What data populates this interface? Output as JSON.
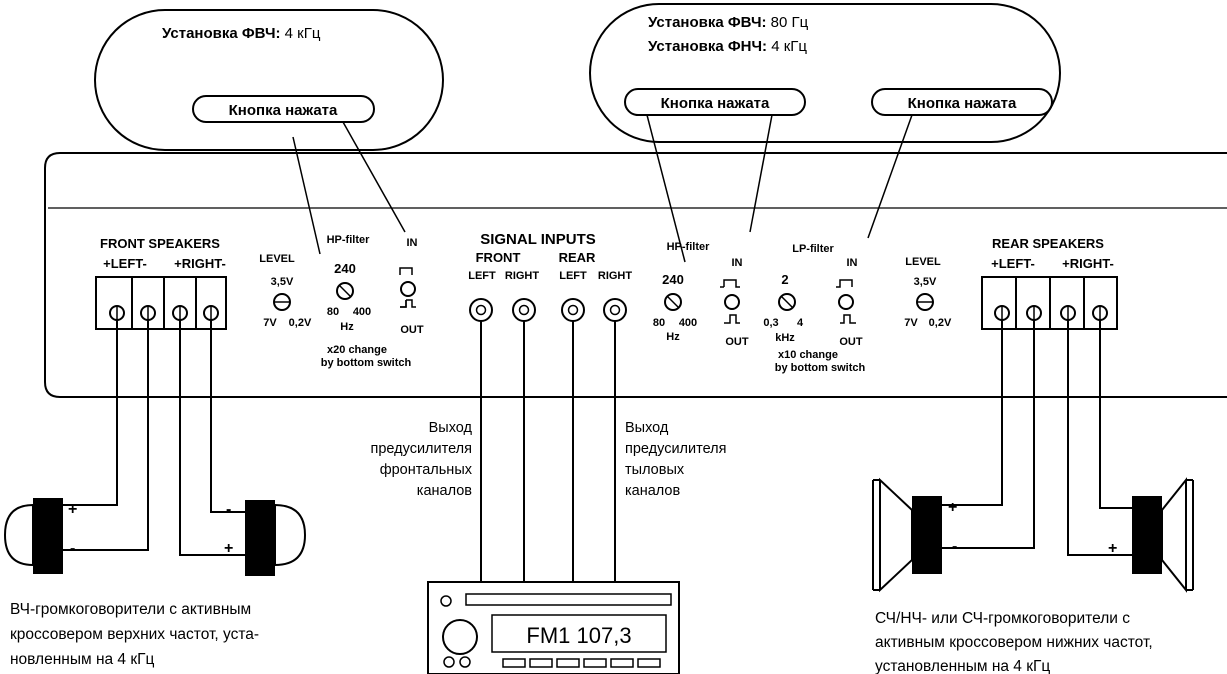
{
  "bubble_left": {
    "hp_label": "Установка ФВЧ:",
    "hp_value": " 4 кГц",
    "button": "Кнопка нажата"
  },
  "bubble_right": {
    "hp_label": "Установка ФВЧ:",
    "hp_value": " 80 Гц",
    "lp_label": "Установка ФНЧ:",
    "lp_value": " 4 кГц",
    "button1": "Кнопка нажата",
    "button2": "Кнопка нажата"
  },
  "panel": {
    "front_speakers": "FRONT SPEAKERS",
    "front_left": "+LEFT-",
    "front_right": "+RIGHT-",
    "level_l": {
      "title": "LEVEL",
      "top": "3,5V",
      "left": "7V",
      "right": "0,2V"
    },
    "hp_filter_l": {
      "title": "HP-filter",
      "top": "240",
      "left": "80",
      "right": "400",
      "unit": "Hz",
      "in": "IN",
      "out": "OUT",
      "note1": "x20 change",
      "note2": "by bottom switch"
    },
    "signal": {
      "title": "SIGNAL INPUTS",
      "front": "FRONT",
      "rear": "REAR",
      "left": "LEFT",
      "right": "RIGHT"
    },
    "hp_filter_r": {
      "title": "HP-filter",
      "top": "240",
      "left": "80",
      "right": "400",
      "unit": "Hz",
      "in": "IN",
      "out": "OUT"
    },
    "lp_filter": {
      "title": "LP-filter",
      "top": "2",
      "left": "0,3",
      "right": "4",
      "unit": "kHz",
      "in": "IN",
      "out": "OUT",
      "note1": "x10 change",
      "note2": "by bottom switch"
    },
    "level_r": {
      "title": "LEVEL",
      "top": "3,5V",
      "left": "7V",
      "right": "0,2V"
    },
    "rear_speakers": "REAR SPEAKERS",
    "rear_left": "+LEFT-",
    "rear_right": "+RIGHT-"
  },
  "preamp": {
    "front": [
      "Выход",
      "предусилителя",
      "фронтальных",
      "каналов"
    ],
    "rear": [
      "Выход",
      "предусилителя",
      "тыловых",
      "каналов"
    ]
  },
  "radio": {
    "display": "FM1 107,3"
  },
  "polarity": {
    "plus": "+",
    "minus": "-"
  },
  "caption_left": [
    "ВЧ-громкоговорители с активным",
    "кроссовером верхних частот, уста-",
    "новленным на 4 кГц"
  ],
  "caption_right": [
    "СЧ/НЧ- или СЧ-громкоговорители с",
    "активным кроссовером нижних частот,",
    "установленным на 4 кГц"
  ]
}
